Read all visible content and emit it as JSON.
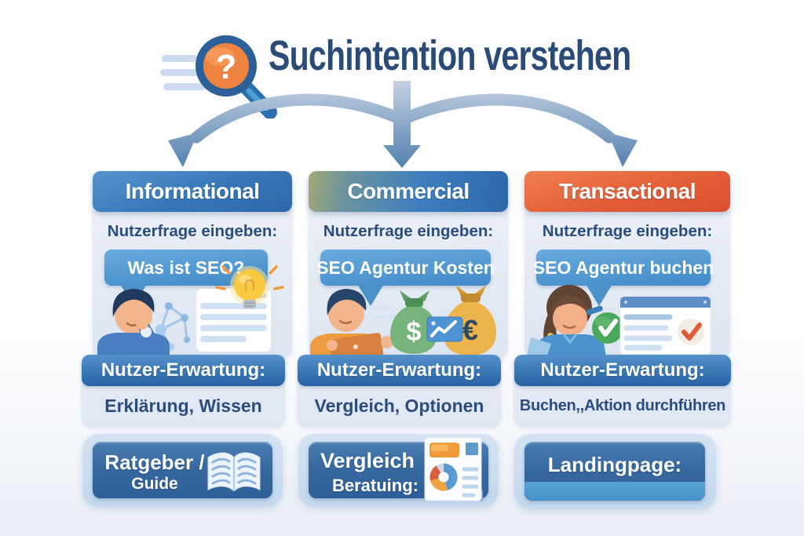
{
  "title": {
    "text": "Suchintention verstehen",
    "icon": "magnifier-question-icon",
    "icon_glyph": "?"
  },
  "palette": {
    "title_text": "#2a4b77",
    "header_blue": "#3776b6",
    "header_commercial_olive": "#a3a973",
    "header_orange": "#e25c36",
    "bubble_blue": "#4389c7",
    "expectation_bar_blue": "#3270ae",
    "panel_background": "#e7edf6",
    "result_card_blue": "#37689f",
    "landingpage_strip_blue": "#4f9dd3",
    "arrow_blue": "#4c7cad"
  },
  "columns": [
    {
      "header": "Informational",
      "prompt_label": "Nutzerfrage eingeben:",
      "query": "Was ist SEO?",
      "expectation_label": "Nutzer-Erwartung:",
      "expectation": "Erklärung, Wissen",
      "result_line1": "Ratgeber /",
      "result_line2": "Guide",
      "illustration": "man-thinking-with-lightbulb-document-and-network",
      "result_icon": "open-book-icon"
    },
    {
      "header": "Commercial",
      "prompt_label": "Nutzerfrage eingeben:",
      "query": "SEO Agentur Kosten",
      "expectation_label": "Nutzer-Erwartung:",
      "expectation": "Vergleich, Optionen",
      "result_line1": "Vergleich",
      "result_line2": "Beratuing:",
      "illustration": "man-with-tablet-and-money-bags",
      "currency_dollar": "$",
      "currency_euro": "€",
      "result_icon": "comparison-report-icon"
    },
    {
      "header": "Transactional",
      "prompt_label": "Nutzerfrage eingeben:",
      "query": "SEO Agentur buchen",
      "expectation_label": "Nutzer-Erwartung:",
      "expectation": "Buchen,,Aktion durchführen",
      "result_line1": "Landingpage:",
      "illustration": "woman-with-checkmark-and-browser"
    }
  ]
}
